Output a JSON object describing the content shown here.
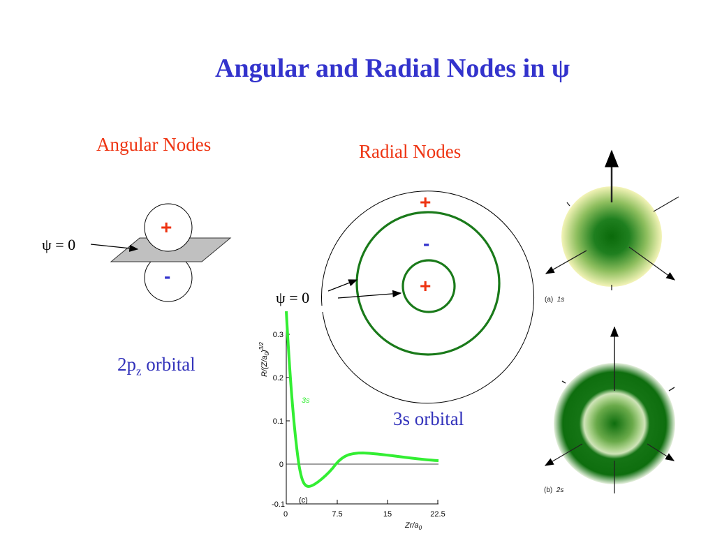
{
  "title": "Angular and Radial Nodes in ψ",
  "angular_section": {
    "heading": "Angular Nodes",
    "psi_label": "ψ = 0",
    "upper_lobe_sign": "+",
    "lower_lobe_sign": "-",
    "orbital_name": "2p",
    "orbital_subscript": "z",
    "orbital_suffix": " orbital"
  },
  "radial_section": {
    "heading": "Radial Nodes",
    "outer_sign": "+",
    "middle_sign": "-",
    "inner_sign": "+",
    "psi_label": "ψ = 0",
    "orbital_label": "3s orbital"
  },
  "density_images": [
    {
      "caption_prefix": "(a)",
      "caption_orbital": "1s"
    },
    {
      "caption_prefix": "(b)",
      "caption_orbital": "2s"
    }
  ],
  "colors": {
    "title": "#3333cc",
    "heading_red": "#ee3311",
    "node_green": "#1a7a1a",
    "curve_green": "#33ee33",
    "plane_gray": "#c0c0c0"
  },
  "chart_data": {
    "type": "line",
    "title": "",
    "panel_label": "(c)",
    "xlabel": "Zr/a0",
    "ylabel": "R/(Z/a0)^3/2",
    "xlim": [
      0,
      22.5
    ],
    "ylim": [
      -0.1,
      0.35
    ],
    "x_ticks": [
      "0",
      "7.5",
      "15",
      "22.5"
    ],
    "y_ticks": [
      "-0.1",
      "0",
      "0.1",
      "0.2",
      "0.3"
    ],
    "grid": false,
    "series": [
      {
        "name": "3s",
        "x": [
          0,
          0.5,
          1,
          1.5,
          1.9,
          2.5,
          3,
          3.5,
          4,
          5,
          6,
          7.1,
          8,
          9,
          10,
          11,
          12,
          14,
          16,
          18,
          20,
          22.5
        ],
        "y": [
          0.385,
          0.29,
          0.2,
          0.11,
          0.0,
          -0.035,
          -0.05,
          -0.055,
          -0.053,
          -0.042,
          -0.022,
          0.0,
          0.012,
          0.02,
          0.024,
          0.025,
          0.025,
          0.022,
          0.018,
          0.013,
          0.009,
          0.006
        ]
      }
    ],
    "annotations": [
      {
        "text": "3s",
        "x": 1.2,
        "y": 0.15
      }
    ]
  }
}
